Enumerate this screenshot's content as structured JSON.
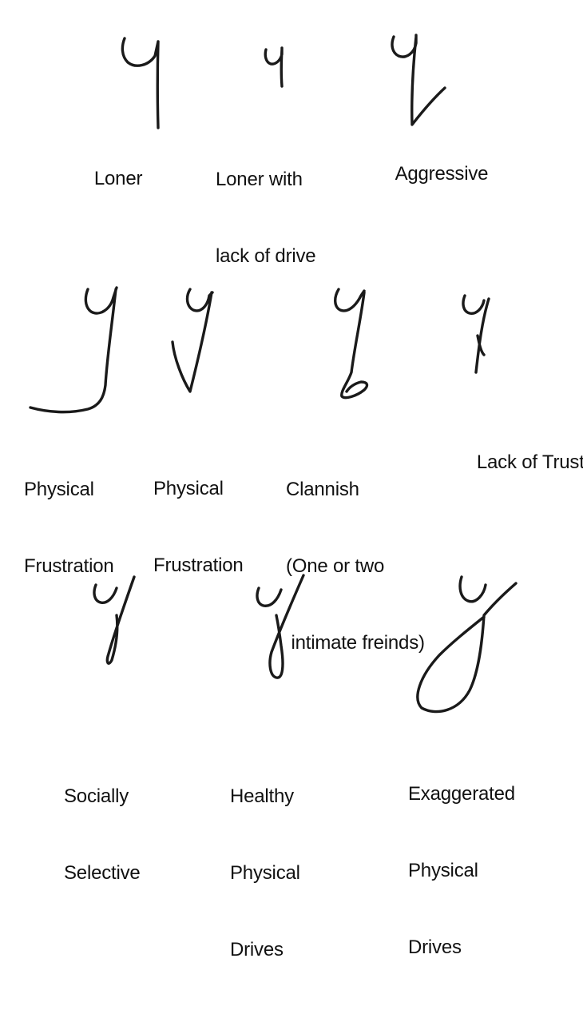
{
  "captions": {
    "loner": "Loner",
    "loner_lack_drive_l1": "Loner with",
    "loner_lack_drive_l2": "lack of drive",
    "aggressive": "Aggressive",
    "phys_frust_a_l1": "Physical",
    "phys_frust_a_l2": "Frustration",
    "phys_frust_b_l1": "Physical",
    "phys_frust_b_l2": "Frustration",
    "clannish_l1": "Clannish",
    "clannish_l2": "(One or two",
    "clannish_l3": " intimate freinds)",
    "lack_trust": "Lack of Trust",
    "socially_l1": "Socially",
    "socially_l2": "Selective",
    "healthy_l1": "Healthy",
    "healthy_l2": "Physical",
    "healthy_l3": "Drives",
    "exag_l1": "Exaggerated",
    "exag_l2": "Physical",
    "exag_l3": "Drives"
  }
}
